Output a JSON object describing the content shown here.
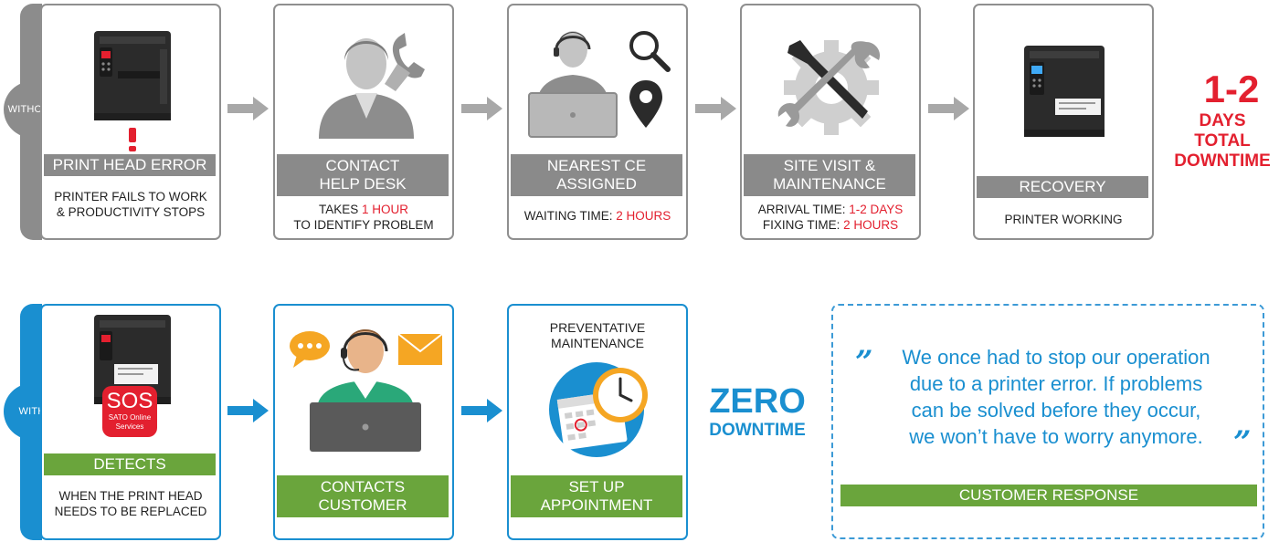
{
  "rows": {
    "without": {
      "label": "WITHOUT",
      "steps": [
        {
          "icon": "printer-error-icon",
          "title": "PRINT HEAD ERROR",
          "desc_lines": [
            "PRINTER FAILS TO WORK",
            "& PRODUCTIVITY STOPS"
          ]
        },
        {
          "icon": "help-desk-agent-icon",
          "title_lines": [
            "CONTACT",
            "HELP DESK"
          ],
          "desc": {
            "line1_pre": "TAKES ",
            "line1_red": "1 HOUR",
            "line2": "TO IDENTIFY PROBLEM"
          }
        },
        {
          "icon": "agent-laptop-icon",
          "extra_icons": [
            "search-icon",
            "location-pin-icon"
          ],
          "title_lines": [
            "NEAREST CE",
            "ASSIGNED"
          ],
          "desc": {
            "pre": "WAITING TIME: ",
            "red": "2 HOURS"
          }
        },
        {
          "icon": "tools-gear-icon",
          "title_lines": [
            "SITE VISIT &",
            "MAINTENANCE"
          ],
          "desc": {
            "l1_pre": "ARRIVAL TIME: ",
            "l1_red": "1-2 DAYS",
            "l2_pre": "FIXING TIME: ",
            "l2_red": "2 HOURS"
          }
        },
        {
          "icon": "printer-working-icon",
          "title": "RECOVERY",
          "desc_lines": [
            "PRINTER WORKING"
          ]
        }
      ],
      "result": {
        "big": "1-2",
        "lines": [
          "DAYS",
          "TOTAL",
          "DOWNTIME"
        ]
      }
    },
    "with": {
      "label": "WITH",
      "steps": [
        {
          "icon": "printer-sos-icon",
          "badge": {
            "big": "SOS",
            "small_lines": [
              "SATO Online",
              "Services"
            ]
          },
          "title": "DETECTS",
          "desc_lines": [
            "WHEN THE PRINT HEAD",
            "NEEDS TO BE REPLACED"
          ]
        },
        {
          "icon": "customer-agent-icon",
          "extra_icons": [
            "chat-bubble-icon",
            "envelope-icon"
          ],
          "title_lines": [
            "CONTACTS",
            "CUSTOMER"
          ]
        },
        {
          "icon": "calendar-clock-icon",
          "heading_lines": [
            "PREVENTATIVE",
            "MAINTENANCE"
          ],
          "title_lines": [
            "SET UP",
            "APPOINTMENT"
          ]
        }
      ],
      "result": {
        "big": "ZERO",
        "small": "DOWNTIME"
      }
    }
  },
  "quote": {
    "open_mark": "”",
    "close_mark": "”",
    "lines": [
      "We once had to stop our operation",
      "due to a printer error. If problems",
      "can be solved before they occur,",
      "we won’t have to worry anymore."
    ],
    "label": "CUSTOMER RESPONSE"
  },
  "colors": {
    "gray": "#8a8a8a",
    "blue": "#1a8fd0",
    "green": "#6aa53c",
    "red": "#e3202f"
  }
}
